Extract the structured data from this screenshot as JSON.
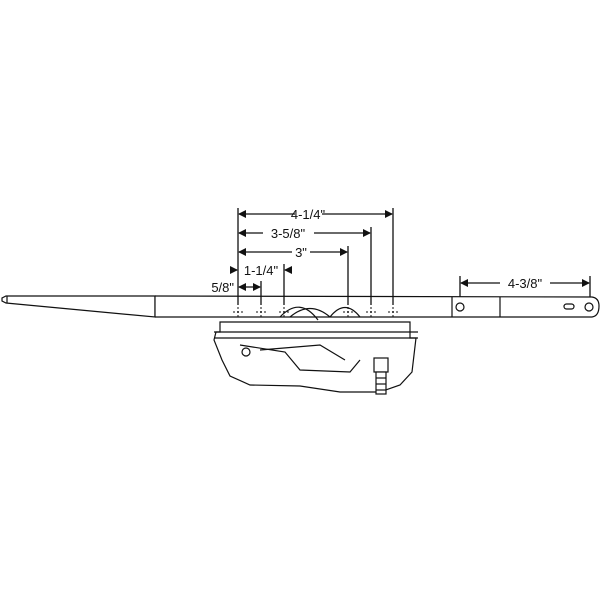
{
  "diagram": {
    "subject": "window-operator",
    "stroke_color": "#111111",
    "dimensions": {
      "d_4_1_4": "4-1/4\"",
      "d_3_5_8": "3-5/8\"",
      "d_3": "3\"",
      "d_1_1_4": "1-1/4\"",
      "d_5_8": "5/8\"",
      "d_4_3_8": "4-3/8\""
    }
  }
}
